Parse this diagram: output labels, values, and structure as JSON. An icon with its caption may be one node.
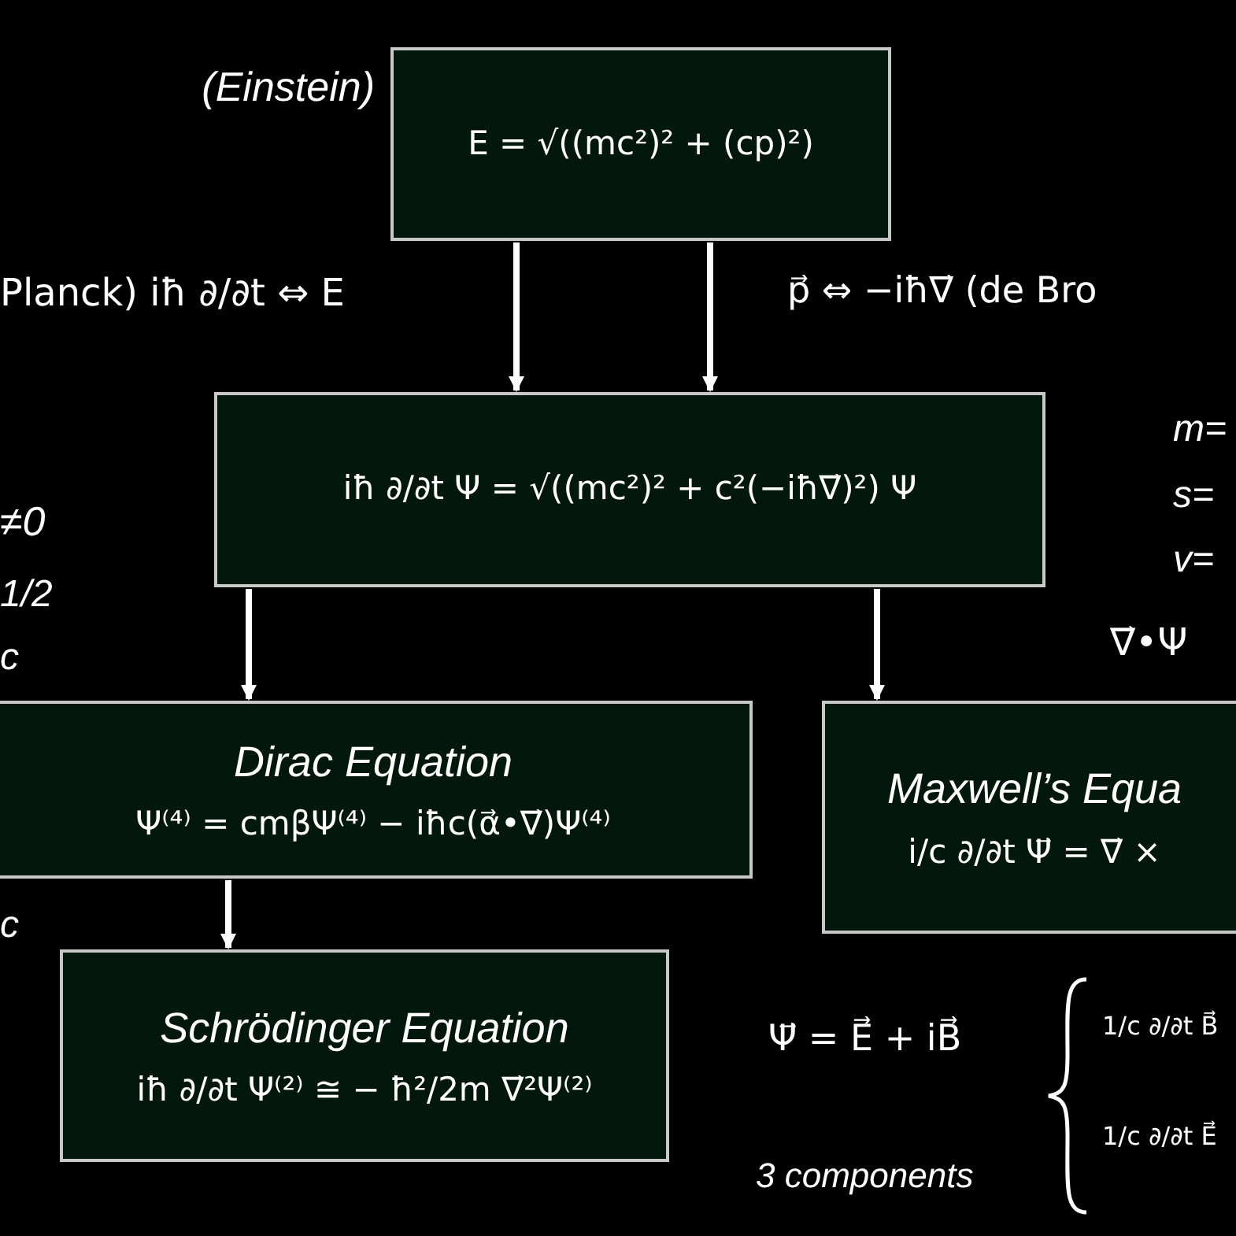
{
  "diagram": {
    "nodes": [
      {
        "text": [
          "E = √((mc²)² + (cp)²)"
        ],
        "beside": [
          "(Einstein)"
        ]
      },
      {
        "text": [
          "iħ ∂/∂t Ψ = √((mc²)² + c²(−iħ∇⃗)²) Ψ"
        ]
      },
      {
        "text": [
          "Dirac Equation",
          "Ψ⁽⁴⁾ = cmβΨ⁽⁴⁾ − iħc(α⃗•∇⃗)Ψ⁽⁴⁾"
        ]
      },
      {
        "text": [
          "Schrödinger Equation",
          "iħ ∂/∂t Ψ⁽²⁾ ≅ − ħ²/2m ∇⃗²Ψ⁽²⁾"
        ]
      },
      {
        "text": [
          "Maxwell’s Equa",
          "i/c ∂/∂t Ψ⃗ = ∇⃗ ×"
        ]
      }
    ],
    "edges": [
      {
        "from": 0,
        "to": 1,
        "arrow": "to"
      },
      {
        "from": 0,
        "to": 1,
        "arrow": "to"
      },
      {
        "from": 1,
        "to": 2,
        "arrow": "to"
      },
      {
        "from": 1,
        "to": 4,
        "arrow": "to"
      },
      {
        "from": 2,
        "to": 3,
        "arrow": "to"
      }
    ],
    "labels": [
      "Planck) iħ ∂/∂t ⇔ E",
      "p⃗ ⇔ −iħ∇⃗ (de Bro",
      "m=",
      "s=",
      "v=",
      "∇⃗•Ψ",
      "≠0",
      "1/2",
      "c",
      "c",
      "Ψ⃗ = E⃗ + iB⃗",
      "3 components",
      "1/c ∂/∂t B⃗",
      "1/c ∂/∂t E⃗"
    ]
  }
}
